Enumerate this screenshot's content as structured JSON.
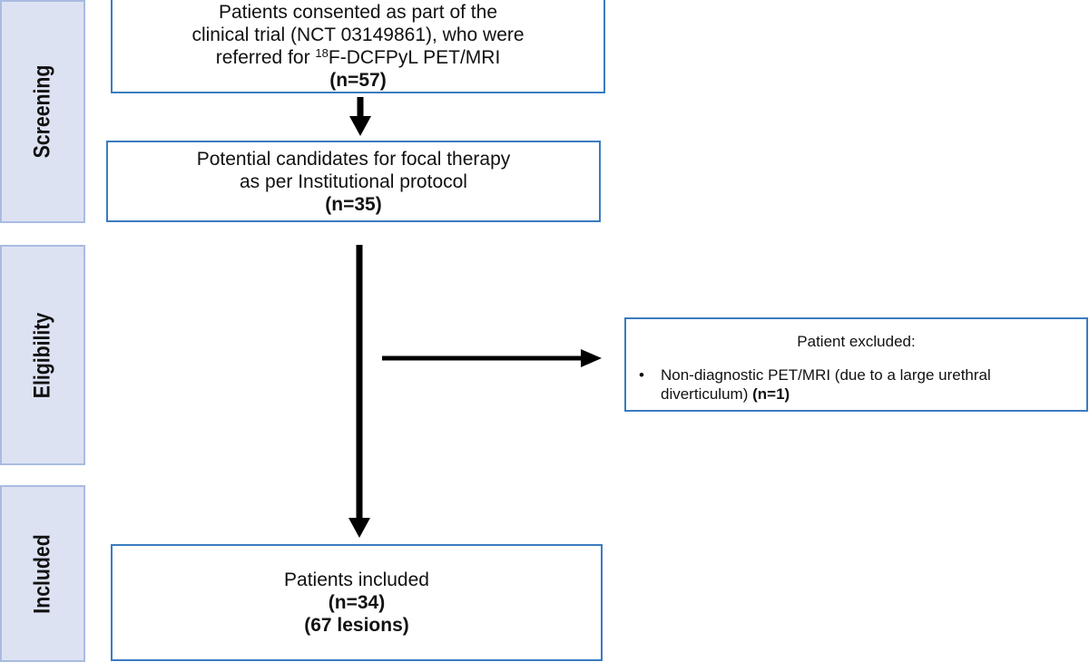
{
  "stages": {
    "screening": "Screening",
    "eligibility": "Eligibility",
    "included": "Included"
  },
  "box1": {
    "line1": "Patients consented as part of the",
    "line2": "clinical trial (NCT 03149861), who were",
    "line3_pre": "referred for ",
    "line3_sup": "18",
    "line3_post": "F-DCFPyL PET/MRI",
    "count": "(n=57)"
  },
  "box2": {
    "line1": "Potential candidates for focal therapy",
    "line2": "as per Institutional protocol",
    "count": "(n=35)"
  },
  "excluded": {
    "title": "Patient excluded:",
    "bullet": "•",
    "item": "Non-diagnostic PET/MRI (due to a large urethral diverticulum) ",
    "count": "(n=1)"
  },
  "included_box": {
    "line1": "Patients included",
    "count": "(n=34)",
    "lesions": "(67 lesions)"
  }
}
